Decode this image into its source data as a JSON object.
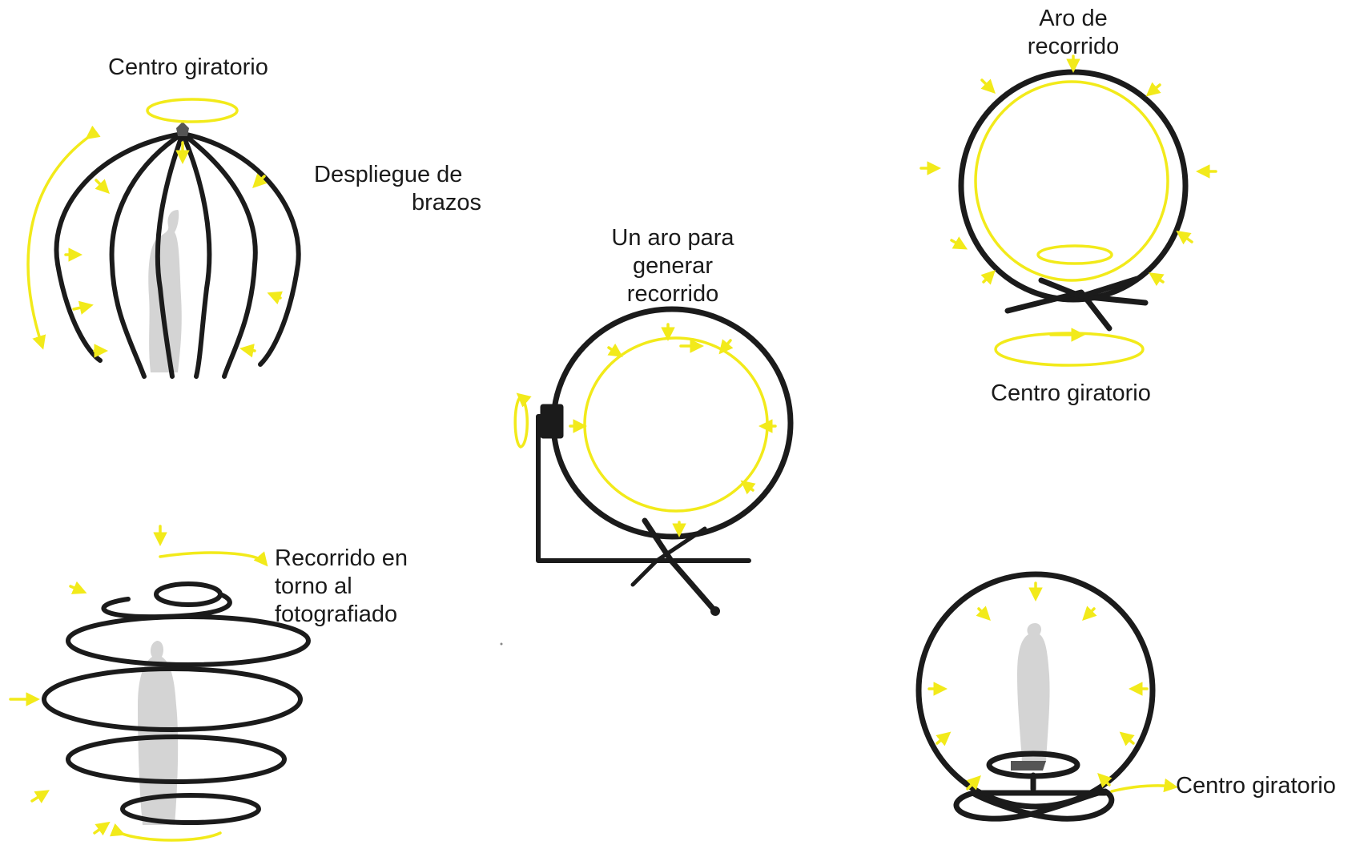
{
  "labels": {
    "sphere_top": "Centro giratorio",
    "sphere_arms": [
      "Despliegue de",
      "brazos"
    ],
    "ring_path": [
      "Un aro para",
      "generar",
      "recorrido"
    ],
    "hoop_top": [
      "Aro de",
      "recorrido"
    ],
    "hoop_bottom": "Centro giratorio",
    "spiral": [
      "Recorrido en",
      "torno al",
      "fotografiado"
    ],
    "globe_center": "Centro giratorio"
  },
  "colors": {
    "ink": "#1b1b1b",
    "motion_arrows": "#f2ea1a",
    "silhouette": "#cfcfcf",
    "background": "#ffffff"
  }
}
